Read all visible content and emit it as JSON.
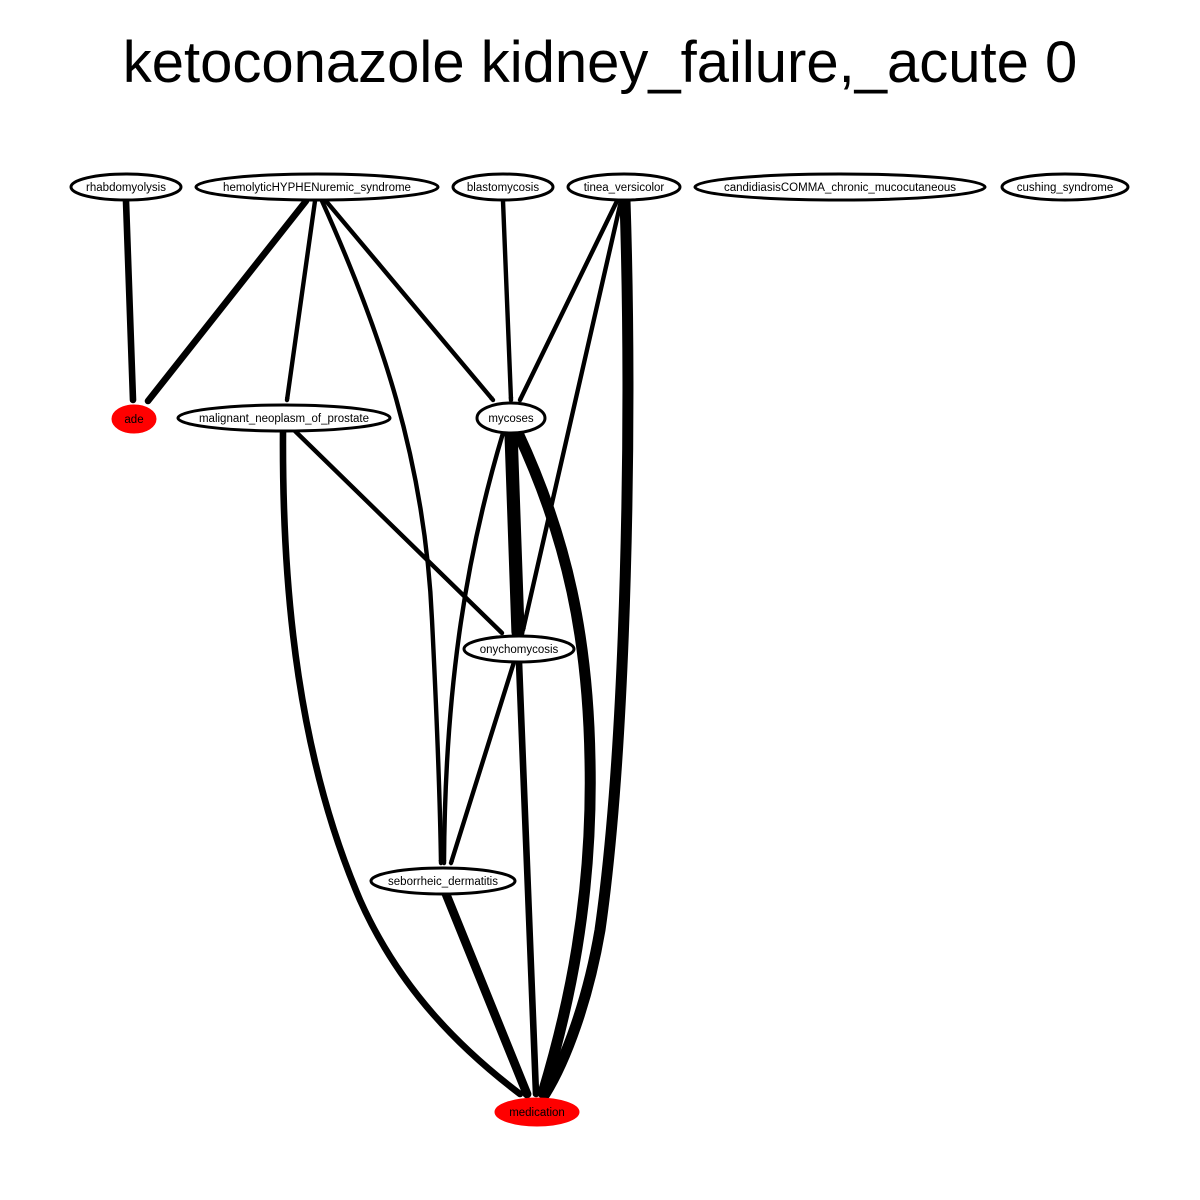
{
  "title": "ketoconazole kidney_failure,_acute 0",
  "colors": {
    "default_node_fill": "#ffffff",
    "highlight_node_fill": "#ff0000",
    "stroke": "#000000",
    "text": "#000000"
  },
  "nodes": [
    {
      "id": "rhabdomyolysis",
      "label": "rhabdomyolysis",
      "highlight": false
    },
    {
      "id": "hus",
      "label": "hemolyticHYPHENuremic_syndrome",
      "highlight": false
    },
    {
      "id": "blastomycosis",
      "label": "blastomycosis",
      "highlight": false
    },
    {
      "id": "tinea",
      "label": "tinea_versicolor",
      "highlight": false
    },
    {
      "id": "candidiasis",
      "label": "candidiasisCOMMA_chronic_mucocutaneous",
      "highlight": false
    },
    {
      "id": "cushing",
      "label": "cushing_syndrome",
      "highlight": false
    },
    {
      "id": "ade",
      "label": "ade",
      "highlight": true
    },
    {
      "id": "prostate",
      "label": "malignant_neoplasm_of_prostate",
      "highlight": false
    },
    {
      "id": "mycoses",
      "label": "mycoses",
      "highlight": false
    },
    {
      "id": "onychomycosis",
      "label": "onychomycosis",
      "highlight": false
    },
    {
      "id": "seborrheic",
      "label": "seborrheic_dermatitis",
      "highlight": false
    },
    {
      "id": "medication",
      "label": "medication",
      "highlight": true
    }
  ],
  "edges": [
    {
      "from": "rhabdomyolysis",
      "to": "ade",
      "weight": 3
    },
    {
      "from": "hus",
      "to": "ade",
      "weight": 3
    },
    {
      "from": "hus",
      "to": "prostate",
      "weight": 2
    },
    {
      "from": "hus",
      "to": "seborrheic",
      "weight": 2
    },
    {
      "from": "hus",
      "to": "mycoses",
      "weight": 2
    },
    {
      "from": "blastomycosis",
      "to": "mycoses",
      "weight": 2
    },
    {
      "from": "tinea",
      "to": "mycoses",
      "weight": 2
    },
    {
      "from": "tinea",
      "to": "onychomycosis",
      "weight": 2
    },
    {
      "from": "tinea",
      "to": "medication",
      "weight": 5
    },
    {
      "from": "prostate",
      "to": "onychomycosis",
      "weight": 2
    },
    {
      "from": "prostate",
      "to": "medication",
      "weight": 3
    },
    {
      "from": "mycoses",
      "to": "onychomycosis",
      "weight": 6
    },
    {
      "from": "mycoses",
      "to": "seborrheic",
      "weight": 2
    },
    {
      "from": "mycoses",
      "to": "medication",
      "weight": 5
    },
    {
      "from": "onychomycosis",
      "to": "seborrheic",
      "weight": 2
    },
    {
      "from": "onychomycosis",
      "to": "medication",
      "weight": 3
    },
    {
      "from": "seborrheic",
      "to": "medication",
      "weight": 4
    }
  ]
}
